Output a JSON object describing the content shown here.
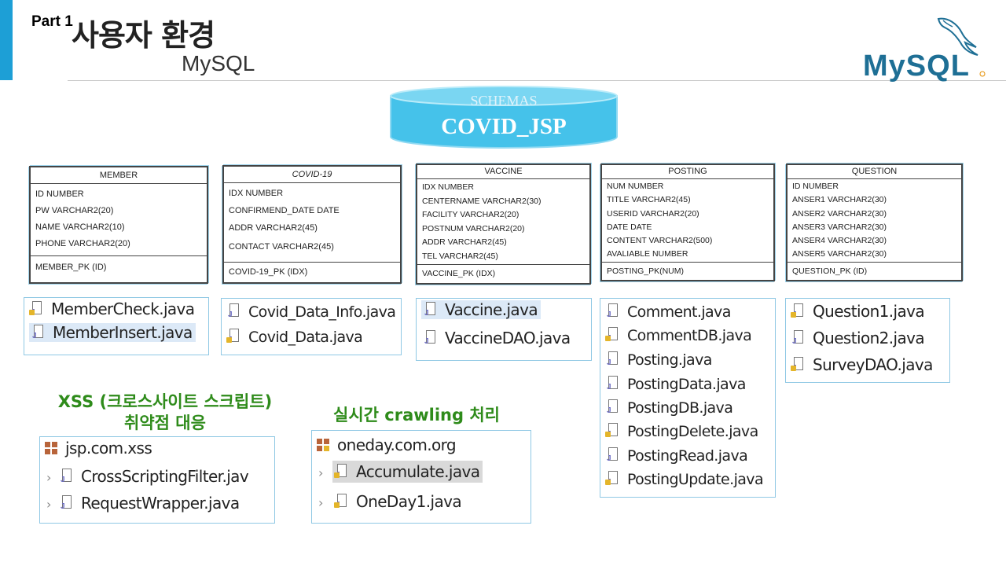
{
  "header": {
    "part": "Part 1",
    "title": "사용자 환경",
    "subtitle": "MySQL",
    "logo_text": "MySQL",
    "accent_color": "#1d9fd6"
  },
  "schema": {
    "label": "SCHEMAS",
    "name": "COVID_JSP",
    "color": "#45c2ea"
  },
  "tables": [
    {
      "name": "MEMBER",
      "fields": [
        "ID NUMBER",
        "PW VARCHAR2(20)",
        "NAME VARCHAR2(10)",
        "PHONE VARCHAR2(20)"
      ],
      "key": "MEMBER_PK (ID)"
    },
    {
      "name": "COVID-19",
      "fields": [
        "IDX NUMBER",
        "CONFIRMEND_DATE DATE",
        "ADDR  VARCHAR2(45)",
        "CONTACT  VARCHAR2(45)"
      ],
      "key": "COVID-19_PK (IDX)"
    },
    {
      "name": "VACCINE",
      "fields": [
        "IDX NUMBER",
        "CENTERNAME VARCHAR2(30)",
        "FACILITY VARCHAR2(20)",
        "POSTNUM VARCHAR2(20)",
        "ADDR VARCHAR2(45)",
        "TEL VARCHAR2(45)"
      ],
      "key": "VACCINE_PK (IDX)"
    },
    {
      "name": "POSTING",
      "fields": [
        "NUM NUMBER",
        "TITLE VARCHAR2(45)",
        "USERID VARCHAR2(20)",
        "DATE DATE",
        "CONTENT VARCHAR2(500)",
        "AVALIABLE NUMBER"
      ],
      "key": "POSTING_PK(NUM)"
    },
    {
      "name": "QUESTION",
      "fields": [
        "ID NUMBER",
        "ANSER1 VARCHAR2(30)",
        "ANSER2 VARCHAR2(30)",
        "ANSER3 VARCHAR2(30)",
        "ANSER4 VARCHAR2(30)",
        "ANSER5 VARCHAR2(30)"
      ],
      "key": "QUESTION_PK (ID)"
    }
  ],
  "file_groups": [
    {
      "files": [
        "MemberCheck.java",
        "MemberInsert.java"
      ]
    },
    {
      "files": [
        "Covid_Data_Info.java",
        "Covid_Data.java"
      ]
    },
    {
      "files": [
        "Vaccine.java",
        "VaccineDAO.java"
      ]
    },
    {
      "files": [
        "Comment.java",
        "CommentDB.java",
        "Posting.java",
        "PostingData.java",
        "PostingDB.java",
        "PostingDelete.java",
        "PostingRead.java",
        "PostingUpdate.java"
      ]
    },
    {
      "files": [
        "Question1.java",
        "Question2.java",
        "SurveyDAO.java"
      ]
    }
  ],
  "xss": {
    "caption_line1": "XSS (크로스사이트 스크립트)",
    "caption_line2": "취약점 대응",
    "package": "jsp.com.xss",
    "files": [
      "CrossScriptingFilter.jav",
      "RequestWrapper.java"
    ]
  },
  "crawl": {
    "caption": "실시간 crawling 처리",
    "package": "oneday.com.org",
    "files": [
      "Accumulate.java",
      "OneDay1.java"
    ]
  }
}
